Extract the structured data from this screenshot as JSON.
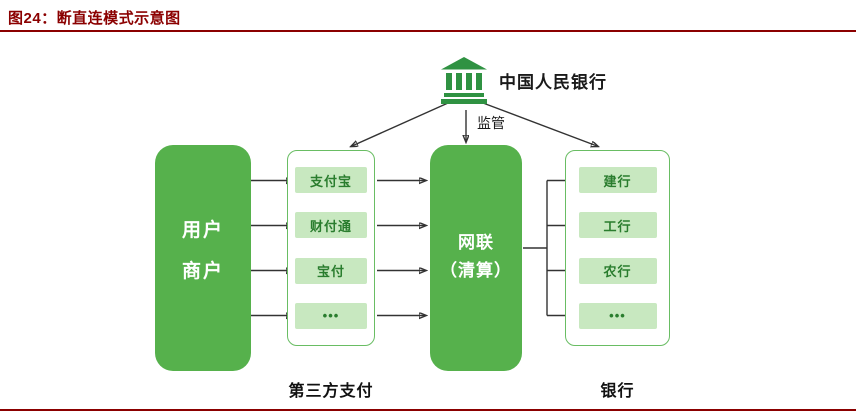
{
  "figure": {
    "title": "图24：断直连模式示意图"
  },
  "diagram": {
    "central_bank": {
      "icon": "bank-icon",
      "label": "中国人民银行"
    },
    "supervision_label": "监管",
    "left_box": {
      "lines": [
        "用户",
        "商户"
      ]
    },
    "third_party": {
      "items": [
        "支付宝",
        "财付通",
        "宝付",
        "•••"
      ],
      "caption": "第三方支付"
    },
    "clearing_box": {
      "lines": [
        "网联",
        "（清算）"
      ]
    },
    "banks": {
      "items": [
        "建行",
        "工行",
        "农行",
        "•••"
      ],
      "caption": "银行"
    },
    "colors": {
      "green": "#56b14c",
      "light_green": "#c8e8c0",
      "chip_text": "#2a7d2e",
      "container_border": "#69bd63",
      "icon_green": "#2f9242",
      "dark_red": "#8b0000",
      "arrow": "#333333"
    }
  }
}
